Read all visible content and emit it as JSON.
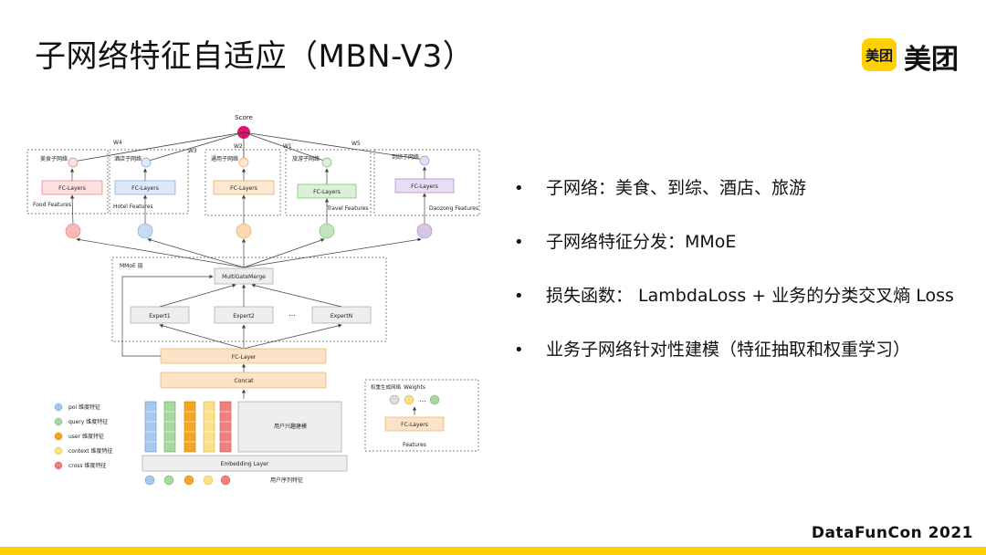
{
  "slide": {
    "title": "子网络特征自适应（MBN-V3）",
    "brand_badge": "美团",
    "brand_name": "美团",
    "footer": "DataFunCon 2021",
    "accent_color": "#ffd100"
  },
  "bullets": [
    "子网络：美食、到综、酒店、旅游",
    "子网络特征分发：MMoE",
    "损失函数： LambdaLoss + 业务的分类交叉熵 Loss",
    "业务子网络针对性建模（特征抽取和权重学习）"
  ],
  "diagram": {
    "score_label": "Score",
    "weights": [
      "W4",
      "W3",
      "W2",
      "W1",
      "W5"
    ],
    "subnets": [
      {
        "name": "美食子网络",
        "fc": "FC-Layers",
        "features": "Food Features",
        "color": "#f4a6a6",
        "fill": "#fbe0e0"
      },
      {
        "name": "酒店子网络",
        "fc": "FC-Layers",
        "features": "Hotel Features",
        "color": "#a9c8ee",
        "fill": "#dde9f8"
      },
      {
        "name": "通用子网络",
        "fc": "FC-Layers",
        "features": "",
        "color": "#f7c99a",
        "fill": "#fde8d2"
      },
      {
        "name": "旅游子网络",
        "fc": "FC-Layers",
        "features": "Travel Features",
        "color": "#a8d8a0",
        "fill": "#dcefd8"
      },
      {
        "name": "到综子网络",
        "fc": "FC-Layers",
        "features": "Daozong Features",
        "color": "#c9b4dd",
        "fill": "#e8def2"
      }
    ],
    "mmoe_label": "MMoE 层",
    "gate_label": "MultiGateMerge",
    "experts": [
      "Expert1",
      "Expert2",
      "...",
      "ExpertN"
    ],
    "fc_layer": "FC-Layer",
    "concat": "Concat",
    "user_interest": "用户兴趣建模",
    "embedding": "Embedding Layer",
    "user_seq": "用户序列特征",
    "legend": [
      {
        "label": "poi 维度特征",
        "color": "#a9c8ee"
      },
      {
        "label": "query 维度特征",
        "color": "#a8d8a0"
      },
      {
        "label": "user 维度特征",
        "color": "#f5a623"
      },
      {
        "label": "context 维度特征",
        "color": "#fbe08a"
      },
      {
        "label": "cross 维度特征",
        "color": "#f08080"
      }
    ],
    "inset": {
      "side_label": "权重生成网络",
      "weights_label": "Weights",
      "dots": "...",
      "fc": "FC-Layers",
      "features": "Features"
    }
  }
}
